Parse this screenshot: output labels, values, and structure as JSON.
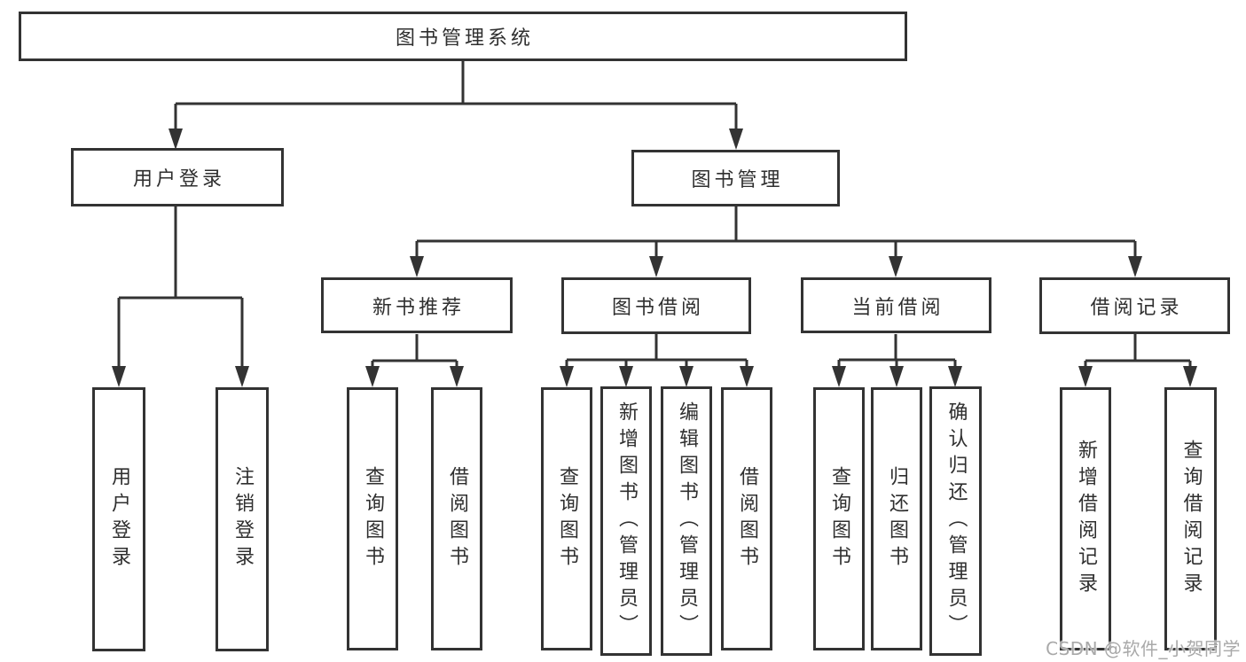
{
  "diagram": {
    "root": {
      "id": "library-management-system",
      "label": "图书管理系统"
    },
    "level2": [
      {
        "id": "user-login",
        "parent": "library-management-system",
        "label": "用户登录"
      },
      {
        "id": "book-management",
        "parent": "library-management-system",
        "label": "图书管理"
      }
    ],
    "level3": [
      {
        "id": "new-book-recommend",
        "parent": "book-management",
        "label": "新书推荐"
      },
      {
        "id": "book-borrow",
        "parent": "book-management",
        "label": "图书借阅"
      },
      {
        "id": "current-borrow",
        "parent": "book-management",
        "label": "当前借阅"
      },
      {
        "id": "borrow-records",
        "parent": "book-management",
        "label": "借阅记录"
      }
    ],
    "leaves": {
      "user_login": [
        {
          "label": "用户登录"
        },
        {
          "label": "注销登录"
        }
      ],
      "new_book_recommend": [
        {
          "label": "查询图书"
        },
        {
          "label": "借阅图书"
        }
      ],
      "book_borrow": [
        {
          "label": "查询图书"
        },
        {
          "label": "新增图书（管理员）"
        },
        {
          "label": "编辑图书（管理员）"
        },
        {
          "label": "借阅图书"
        }
      ],
      "current_borrow": [
        {
          "label": "查询图书"
        },
        {
          "label": "归还图书"
        },
        {
          "label": "确认归还（管理员）"
        }
      ],
      "borrow_records": [
        {
          "label": "新增借阅记录"
        },
        {
          "label": "查询借阅记录"
        }
      ]
    }
  },
  "watermark": {
    "text": "CSDN @软件_小贺同学"
  },
  "colors": {
    "line": "#333333",
    "box_border": "#333333",
    "box_fill": "#ffffff",
    "text": "#2f2f2f",
    "watermark": "#a9a9a9"
  }
}
